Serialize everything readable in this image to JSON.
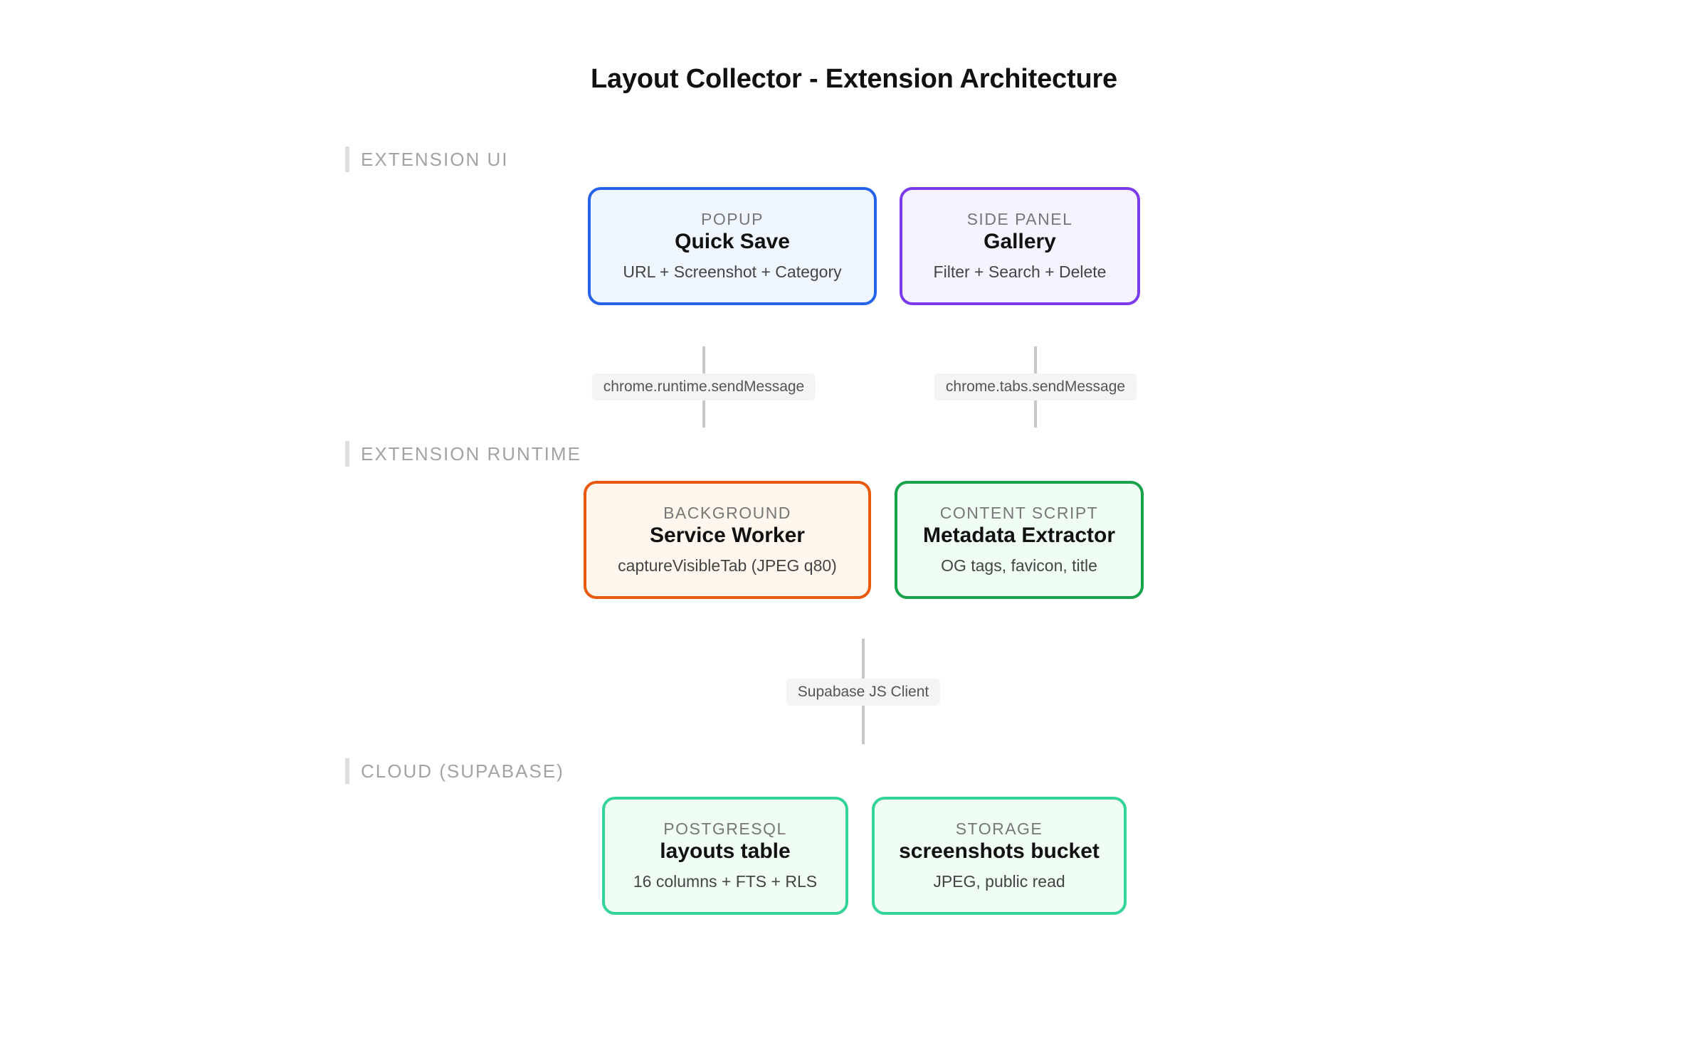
{
  "title": "Layout Collector - Extension Architecture",
  "sections": {
    "extension_ui": "EXTENSION UI",
    "extension_runtime": "EXTENSION RUNTIME",
    "cloud": "CLOUD (SUPABASE)"
  },
  "nodes": {
    "popup": {
      "eyebrow": "POPUP",
      "heading": "Quick Save",
      "detail": "URL + Screenshot + Category",
      "border": "#2563eb",
      "fill": "#eff6ff"
    },
    "side_panel": {
      "eyebrow": "SIDE PANEL",
      "heading": "Gallery",
      "detail": "Filter + Search + Delete",
      "border": "#7c3aed",
      "fill": "#f5f3ff"
    },
    "background": {
      "eyebrow": "BACKGROUND",
      "heading": "Service Worker",
      "detail": "captureVisibleTab (JPEG q80)",
      "border": "#ea580c",
      "fill": "#fff7ed"
    },
    "content_script": {
      "eyebrow": "CONTENT SCRIPT",
      "heading": "Metadata Extractor",
      "detail": "OG tags, favicon, title",
      "border": "#16a34a",
      "fill": "#f0fdf4"
    },
    "postgresql": {
      "eyebrow": "POSTGRESQL",
      "heading": "layouts table",
      "detail": "16 columns + FTS + RLS",
      "border": "#34d399",
      "fill": "#f0fdf4"
    },
    "storage": {
      "eyebrow": "STORAGE",
      "heading": "screenshots bucket",
      "detail": "JPEG, public read",
      "border": "#34d399",
      "fill": "#f0fdf4"
    }
  },
  "edges": {
    "runtime_message": "chrome.runtime.sendMessage",
    "tabs_message": "chrome.tabs.sendMessage",
    "supabase_client": "Supabase JS Client"
  }
}
